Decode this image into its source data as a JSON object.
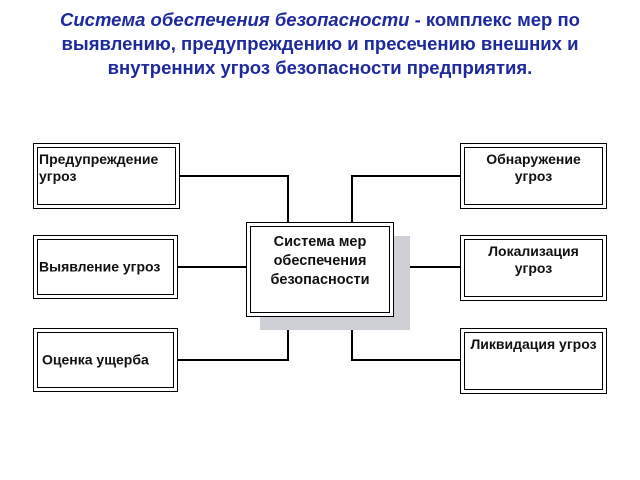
{
  "title": {
    "lead": "Система обеспечения безопасности",
    "rest": " - комплекс мер по выявлению, предупреждению и пресечению внешних и внутренних угроз безопасности предприятия."
  },
  "diagram": {
    "center": "Система мер обеспечения безопасности",
    "left": [
      "Предупреждение угроз",
      "Выявление угроз",
      "Оценка ущерба"
    ],
    "right": [
      "Обнаружение угроз",
      "Локализация угроз",
      "Ликвидация угроз"
    ]
  },
  "colors": {
    "title": "#1c2a9e",
    "shadow": "#cfd0d6",
    "line": "#000000"
  }
}
